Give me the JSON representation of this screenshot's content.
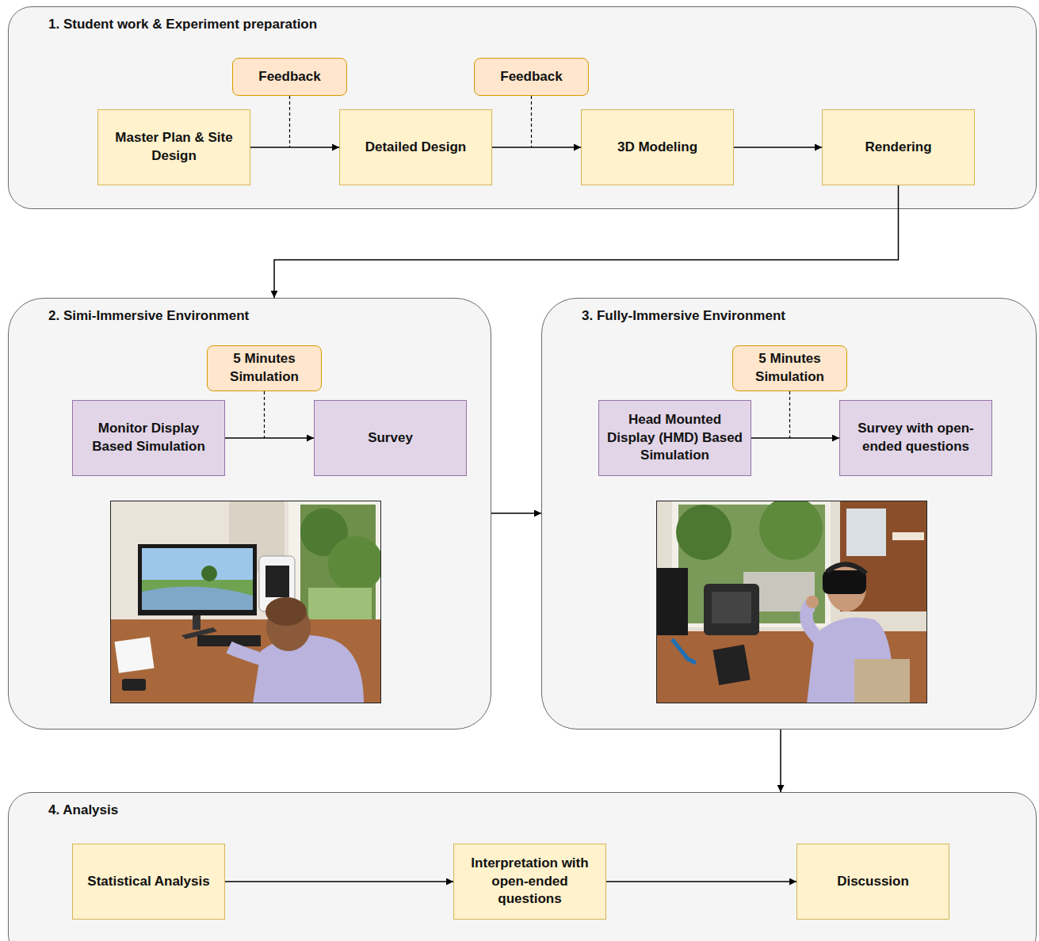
{
  "diagram": {
    "nodes": [
      {
        "text": [
          "1. Student work & Experiment preparation"
        ]
      },
      {
        "text": [
          "Feedback"
        ],
        "in": 0
      },
      {
        "text": [
          "Feedback"
        ],
        "in": 0
      },
      {
        "text": [
          "Master Plan & Site Design"
        ],
        "in": 0
      },
      {
        "text": [
          "Detailed Design"
        ],
        "in": 0
      },
      {
        "text": [
          "3D Modeling"
        ],
        "in": 0
      },
      {
        "text": [
          "Rendering"
        ],
        "in": 0
      },
      {
        "text": [
          "2. Simi-Immersive Environment"
        ]
      },
      {
        "text": [
          "5 Minutes Simulation"
        ],
        "in": 7
      },
      {
        "text": [
          "Monitor Display Based Simulation"
        ],
        "in": 7
      },
      {
        "text": [
          "Survey"
        ],
        "in": 7
      },
      {
        "text": [
          "3. Fully-Immersive Environment"
        ]
      },
      {
        "text": [
          "5 Minutes Simulation"
        ],
        "in": 11
      },
      {
        "text": [
          "Head Mounted Display (HMD) Based Simulation"
        ],
        "in": 11
      },
      {
        "text": [
          "Survey with open-ended questions"
        ],
        "in": 11
      },
      {
        "text": [
          "4. Analysis"
        ]
      },
      {
        "text": [
          "Statistical Analysis"
        ],
        "in": 15
      },
      {
        "text": [
          "Interpretation with open-ended questions"
        ],
        "in": 15
      },
      {
        "text": [
          "Discussion"
        ],
        "in": 15
      }
    ],
    "edges": [
      {
        "from": 3,
        "to": 4,
        "arrow": "to"
      },
      {
        "from": 4,
        "to": 5,
        "arrow": "to"
      },
      {
        "from": 5,
        "to": 6,
        "arrow": "to"
      },
      {
        "from": 6,
        "to": 7,
        "arrow": "to"
      },
      {
        "from": 9,
        "to": 10,
        "arrow": "to"
      },
      {
        "from": 7,
        "to": 11,
        "arrow": "to"
      },
      {
        "from": 13,
        "to": 14,
        "arrow": "to"
      },
      {
        "from": 11,
        "to": 15,
        "arrow": "to"
      },
      {
        "from": 16,
        "to": 17,
        "arrow": "to"
      },
      {
        "from": 17,
        "to": 18,
        "arrow": "to"
      }
    ]
  }
}
